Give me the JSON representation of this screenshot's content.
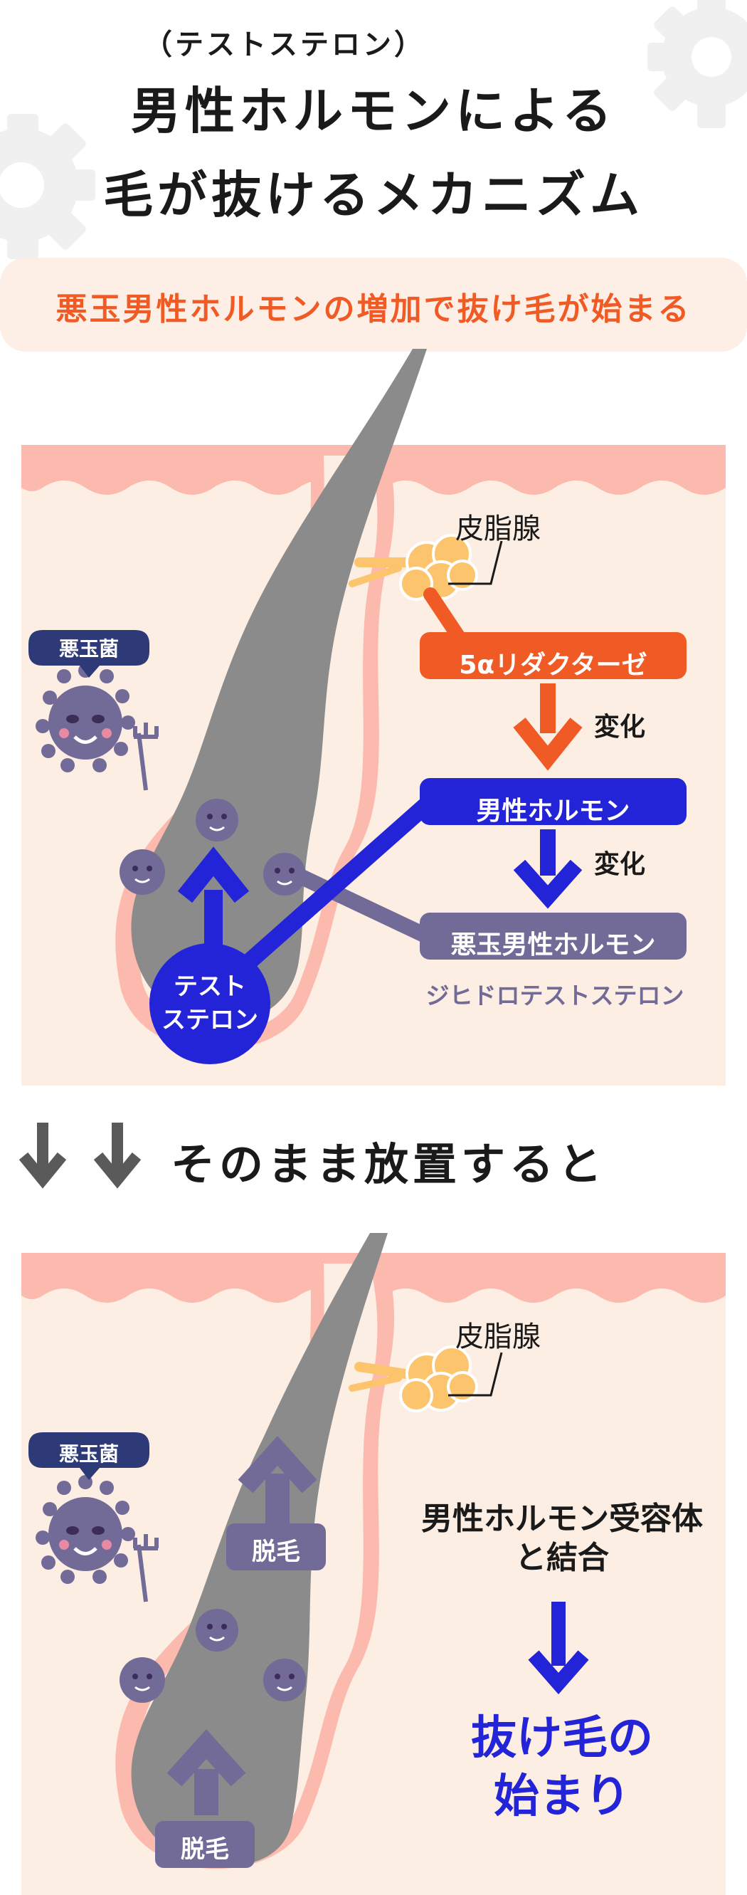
{
  "header": {
    "subtitle": "（テストステロン）",
    "title_line1": "男性ホルモンによる",
    "title_line2": "毛が抜けるメカニズム"
  },
  "banner": {
    "text": "悪玉男性ホルモンの増加で抜け毛が始まる"
  },
  "diagram_top": {
    "sebaceous_label": "皮脂腺",
    "bad_bacteria_tag": "悪玉菌",
    "enzyme_pill": "5αリダクターゼ",
    "change_label_1": "変化",
    "male_hormone_pill": "男性ホルモン",
    "change_label_2": "変化",
    "bad_hormone_pill": "悪玉男性ホルモン",
    "dht_label": "ジヒドロテストステロン",
    "testosterone_circle": [
      "テスト",
      "ステロン"
    ]
  },
  "divider": {
    "text": "そのまま放置すると"
  },
  "diagram_bottom": {
    "sebaceous_label": "皮脂腺",
    "bad_bacteria_tag": "悪玉菌",
    "hair_loss_label_1": "脱毛",
    "hair_loss_label_2": "脱毛",
    "receptor_text": [
      "男性ホルモン受容体",
      "と結合"
    ],
    "result_text": [
      "抜け毛の",
      "始まり"
    ]
  },
  "colors": {
    "orange": "#f05a24",
    "blue": "#2323d8",
    "purple": "#726a97",
    "skin": "#fdeee3",
    "skin_pink": "#fcb9ad",
    "hair": "#8b8b8b",
    "gland": "#fcc46d"
  }
}
